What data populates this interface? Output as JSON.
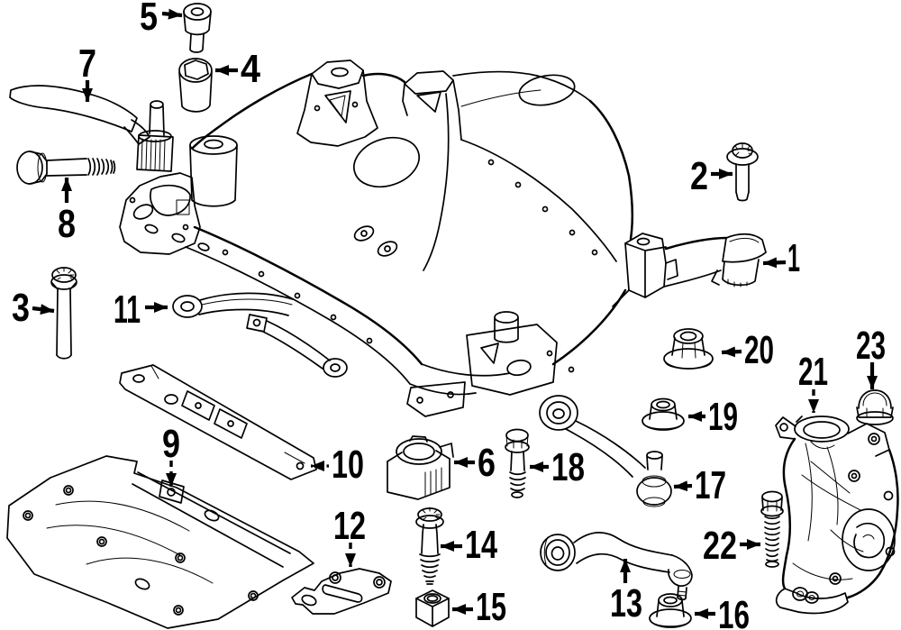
{
  "diagram": {
    "type": "exploded-parts-diagram",
    "subject": "front-suspension-crossmember-and-components",
    "colors": {
      "background": "#ffffff",
      "line": "#000000",
      "label": "#000000"
    },
    "callouts": [
      {
        "number": "1"
      },
      {
        "number": "2"
      },
      {
        "number": "3"
      },
      {
        "number": "4"
      },
      {
        "number": "5"
      },
      {
        "number": "6"
      },
      {
        "number": "7"
      },
      {
        "number": "8"
      },
      {
        "number": "9"
      },
      {
        "number": "10"
      },
      {
        "number": "11"
      },
      {
        "number": "12"
      },
      {
        "number": "13"
      },
      {
        "number": "14"
      },
      {
        "number": "15"
      },
      {
        "number": "16"
      },
      {
        "number": "17"
      },
      {
        "number": "18"
      },
      {
        "number": "19"
      },
      {
        "number": "20"
      },
      {
        "number": "21"
      },
      {
        "number": "22"
      },
      {
        "number": "23"
      }
    ]
  }
}
